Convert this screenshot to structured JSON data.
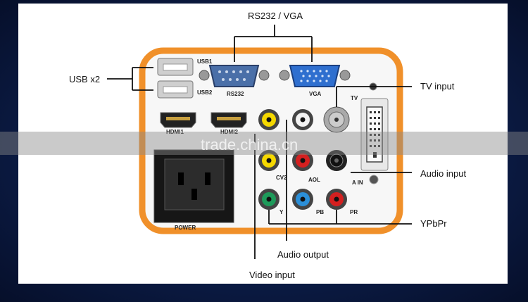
{
  "callouts": {
    "rs232_vga": "RS232 / VGA",
    "usb": "USB x2",
    "tv_input": "TV input",
    "audio_input": "Audio input",
    "ypbpr": "YPbPr",
    "audio_output": "Audio output",
    "video_input": "Video input"
  },
  "panel_labels": {
    "usb1": "USB1",
    "usb2": "USB2",
    "rs232": "RS232",
    "vga": "VGA",
    "tv": "TV",
    "hdmi1": "HDMI1",
    "hdmi2": "HDMI2",
    "cv2": "CV2",
    "aol": "AOL",
    "a_in": "A IN",
    "y": "Y",
    "pb": "PB",
    "pr": "PR",
    "power": "POWER"
  },
  "watermark": "trade.china.cn",
  "colors": {
    "panel_border": "#f0902a",
    "rca_yellow": "#f5d800",
    "rca_red": "#d42020",
    "rca_white": "#f2f2f2",
    "rca_green": "#1e9a5a",
    "rca_blue": "#2b8fd8",
    "vga_blue": "#2f6fcf",
    "rs232_blue": "#4a6fa8"
  }
}
